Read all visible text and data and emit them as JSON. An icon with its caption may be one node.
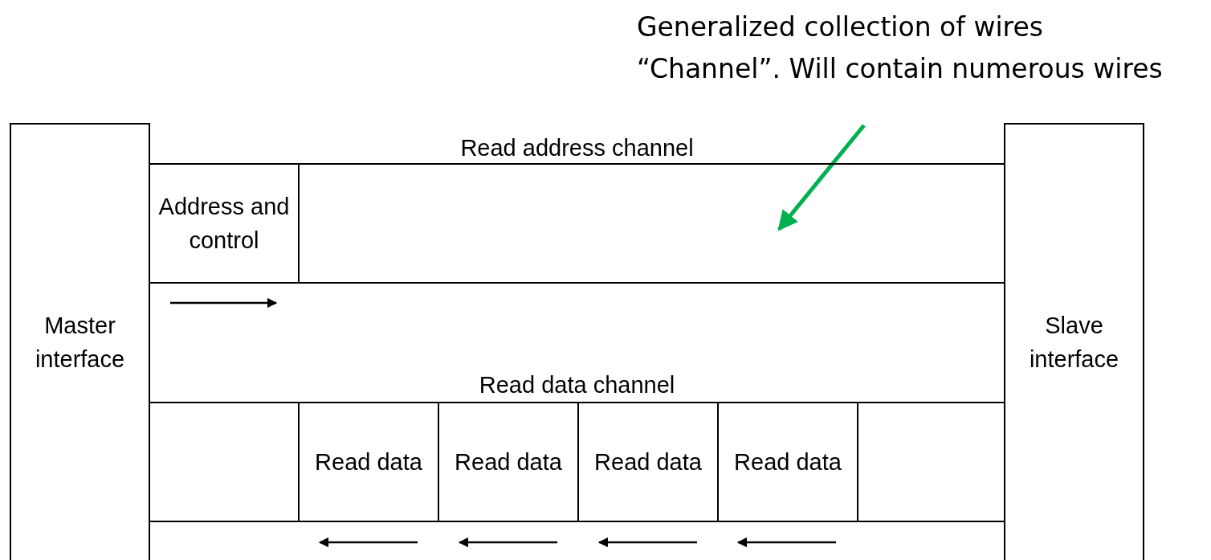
{
  "diagram": {
    "nodes": [
      {
        "text": [
          "Generalized collection of wires “Channel”.  Will contain numerous wires"
        ]
      },
      {
        "text": [
          "Master interface"
        ]
      },
      {
        "text": [
          "Read address channel"
        ]
      },
      {
        "text": [
          "Address and control"
        ],
        "in": 2
      },
      {
        "text": [],
        "shape": "box",
        "in": 2
      },
      {
        "text": [
          "Read data channel"
        ]
      },
      {
        "text": [],
        "shape": "box",
        "in": 5
      },
      {
        "text": [
          "Read data"
        ],
        "in": 5
      },
      {
        "text": [
          "Read data"
        ],
        "in": 5
      },
      {
        "text": [
          "Read data"
        ],
        "in": 5
      },
      {
        "text": [
          "Read data"
        ],
        "in": 5
      },
      {
        "text": [],
        "shape": "box",
        "in": 5
      },
      {
        "text": [
          "Slave interface"
        ]
      }
    ],
    "edges": [
      {
        "from": 0,
        "to": 4,
        "arrow": "to",
        "color": "#00b050"
      }
    ]
  }
}
